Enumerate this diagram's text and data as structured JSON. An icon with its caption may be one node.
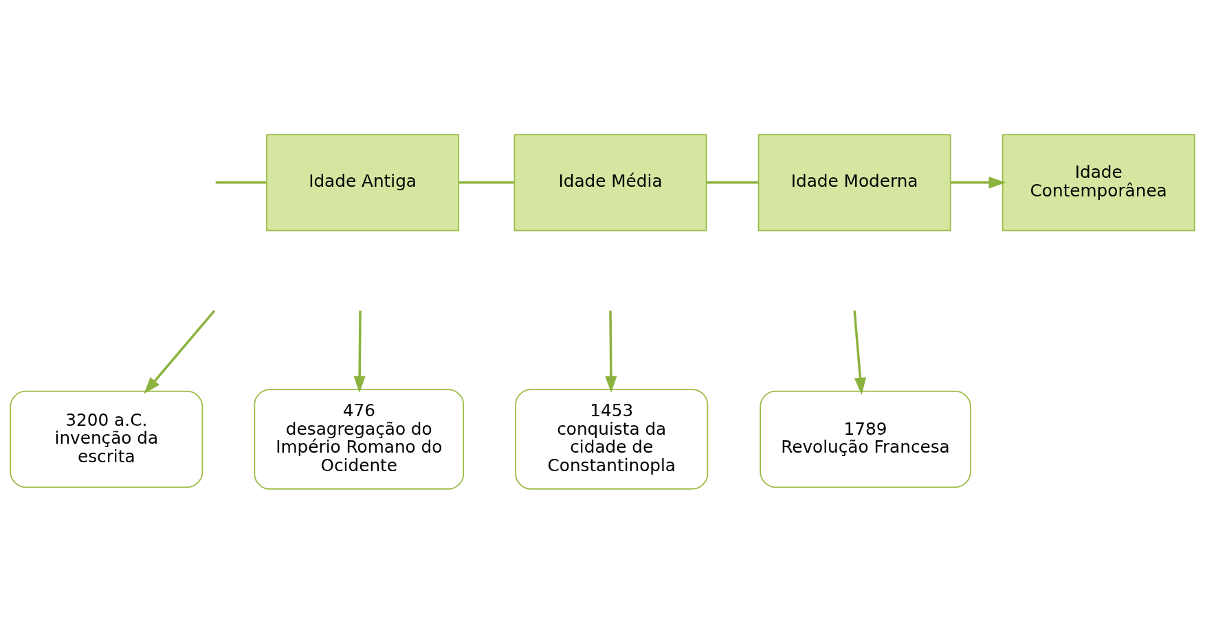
{
  "diagram": {
    "nodes": [
      {
        "text": [
          "Idade Antiga"
        ]
      },
      {
        "text": [
          "Idade Média"
        ]
      },
      {
        "text": [
          "Idade Moderna"
        ]
      },
      {
        "text": [
          "Idade Contemporânea"
        ]
      },
      {
        "text": [
          "3200 a.C.",
          "invenção da escrita"
        ]
      },
      {
        "text": [
          "476",
          "desagregação do Império Romano do Ocidente"
        ]
      },
      {
        "text": [
          "1453",
          "conquista da cidade de Constantinopla"
        ]
      },
      {
        "text": [
          "1789",
          "Revolução Francesa"
        ]
      }
    ],
    "edges": [
      {
        "from": null,
        "to": 0,
        "arrow": "none"
      },
      {
        "from": 0,
        "to": 1,
        "arrow": "none"
      },
      {
        "from": 1,
        "to": 2,
        "arrow": "none"
      },
      {
        "from": 2,
        "to": 3,
        "arrow": "to"
      },
      {
        "from": null,
        "to": 4,
        "arrow": "to"
      },
      {
        "from": null,
        "to": 5,
        "arrow": "to"
      },
      {
        "from": null,
        "to": 6,
        "arrow": "to"
      },
      {
        "from": null,
        "to": 7,
        "arrow": "to"
      }
    ]
  }
}
